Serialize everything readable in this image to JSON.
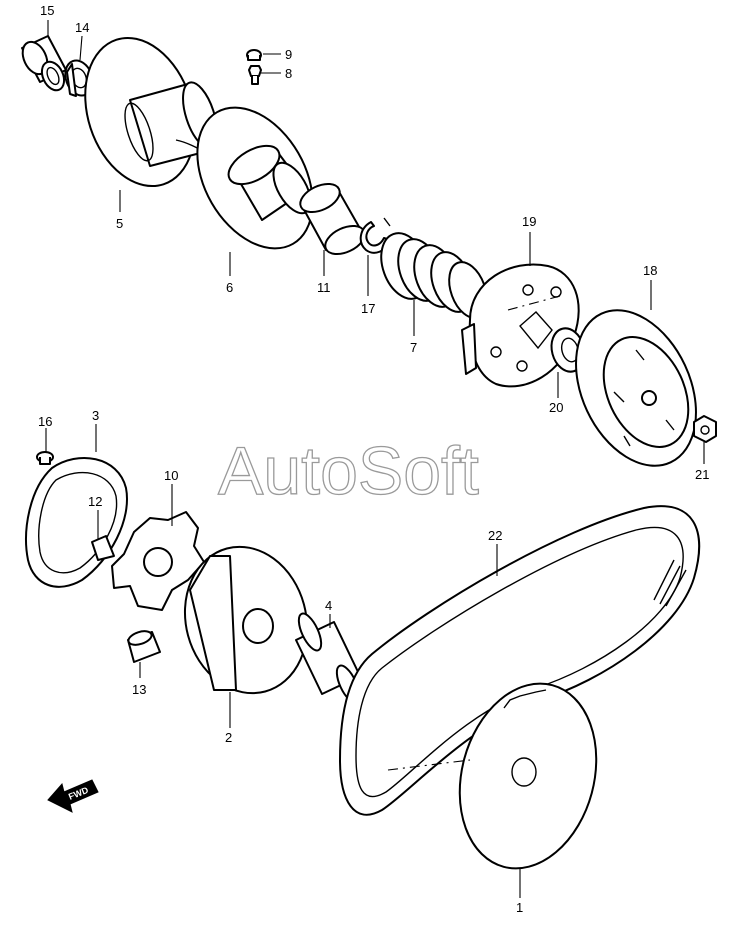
{
  "watermark": "AutoSoft",
  "fwd_label": "FWD",
  "callouts": [
    {
      "id": "c15",
      "label": "15"
    },
    {
      "id": "c14",
      "label": "14"
    },
    {
      "id": "c9",
      "label": "9"
    },
    {
      "id": "c8",
      "label": "8"
    },
    {
      "id": "c5",
      "label": "5"
    },
    {
      "id": "c6",
      "label": "6"
    },
    {
      "id": "c11",
      "label": "11"
    },
    {
      "id": "c17",
      "label": "17"
    },
    {
      "id": "c7",
      "label": "7"
    },
    {
      "id": "c19",
      "label": "19"
    },
    {
      "id": "c18",
      "label": "18"
    },
    {
      "id": "c20",
      "label": "20"
    },
    {
      "id": "c21",
      "label": "21"
    },
    {
      "id": "c16",
      "label": "16"
    },
    {
      "id": "c3",
      "label": "3"
    },
    {
      "id": "c10",
      "label": "10"
    },
    {
      "id": "c12",
      "label": "12"
    },
    {
      "id": "c13",
      "label": "13"
    },
    {
      "id": "c2",
      "label": "2"
    },
    {
      "id": "c4",
      "label": "4"
    },
    {
      "id": "c22",
      "label": "22"
    },
    {
      "id": "c1",
      "label": "1"
    }
  ]
}
